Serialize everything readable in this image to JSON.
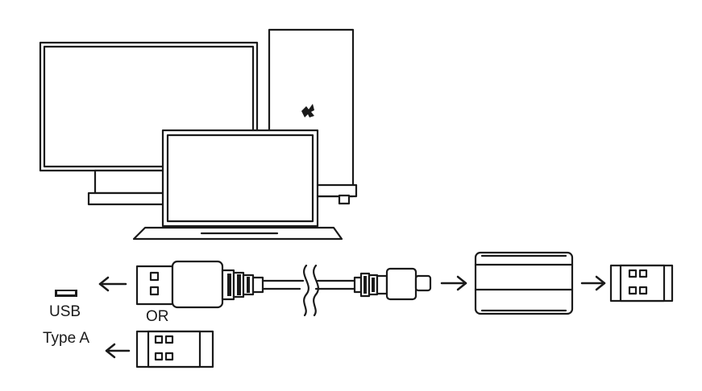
{
  "labels": {
    "port_line1": "USB",
    "port_line2": "Type A",
    "or": "OR"
  },
  "colors": {
    "stroke": "#1a1a1a",
    "background": "#ffffff"
  },
  "icons": [
    "monitor-icon",
    "pc-tower-icon",
    "razer-logo-icon",
    "laptop-icon",
    "usb-port-icon",
    "usb-a-cable-plug-icon",
    "usb-c-plug-icon",
    "usb-dongle-icon",
    "usb-adapter-icon",
    "arrow-left-icon",
    "arrow-right-icon"
  ]
}
